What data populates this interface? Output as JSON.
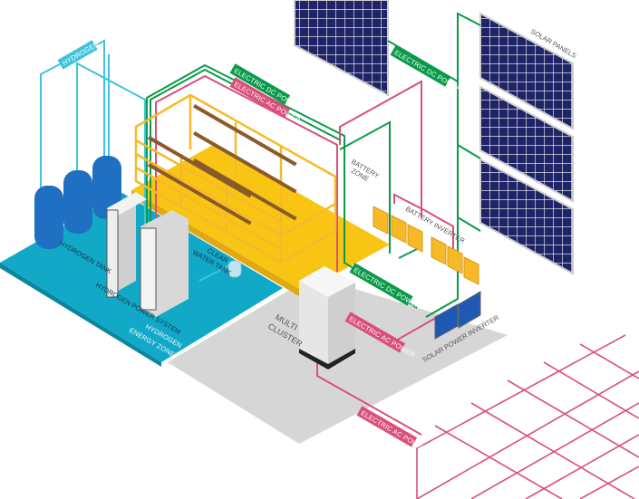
{
  "colors": {
    "hydrogen": "#3fc3dc",
    "dc_power": "#0a9a4a",
    "ac_power": "#d9507a",
    "battery_rack": "#f7b928",
    "hydrogen_zone_floor": "#12a9c8",
    "floor": "#d6d6d6",
    "solar_panel": "#1e2466",
    "tank": "#1f6fc2"
  },
  "labels": {
    "hydrogen": "HYDROGEN",
    "dc_power_top": "ELECTRIC DC POWER",
    "ac_power_top": "ELECTRIC AC POWER",
    "dc_power_solar": "ELECTRIC DC POWER",
    "solar_panels": "SOLAR PANELS",
    "battery_zone_1": "BATTERY",
    "battery_zone_2": "ZONE",
    "battery_inverter": "BATTERY INVERTER",
    "dc_power_mid": "ELECTRIC DC POWER",
    "ac_power_mid": "ELECTRIC AC POWER",
    "solar_power_inverter": "SOLAR POWER INVERTER",
    "multi_cluster_1": "MULTI",
    "multi_cluster_2": "CLUSTER",
    "ac_power_bottom": "ELECTRIC AC POWER",
    "hydrogen_tank": "HYDROGEN TANK",
    "clear_water_tank_1": "CLEAR",
    "clear_water_tank_2": "WATER TANK",
    "hydrogen_power_system": "HYDROGEN POWER SYSTEM",
    "hydrogen_energy_zone_1": "HYDROGEN",
    "hydrogen_energy_zone_2": "ENERGY ZONE"
  }
}
